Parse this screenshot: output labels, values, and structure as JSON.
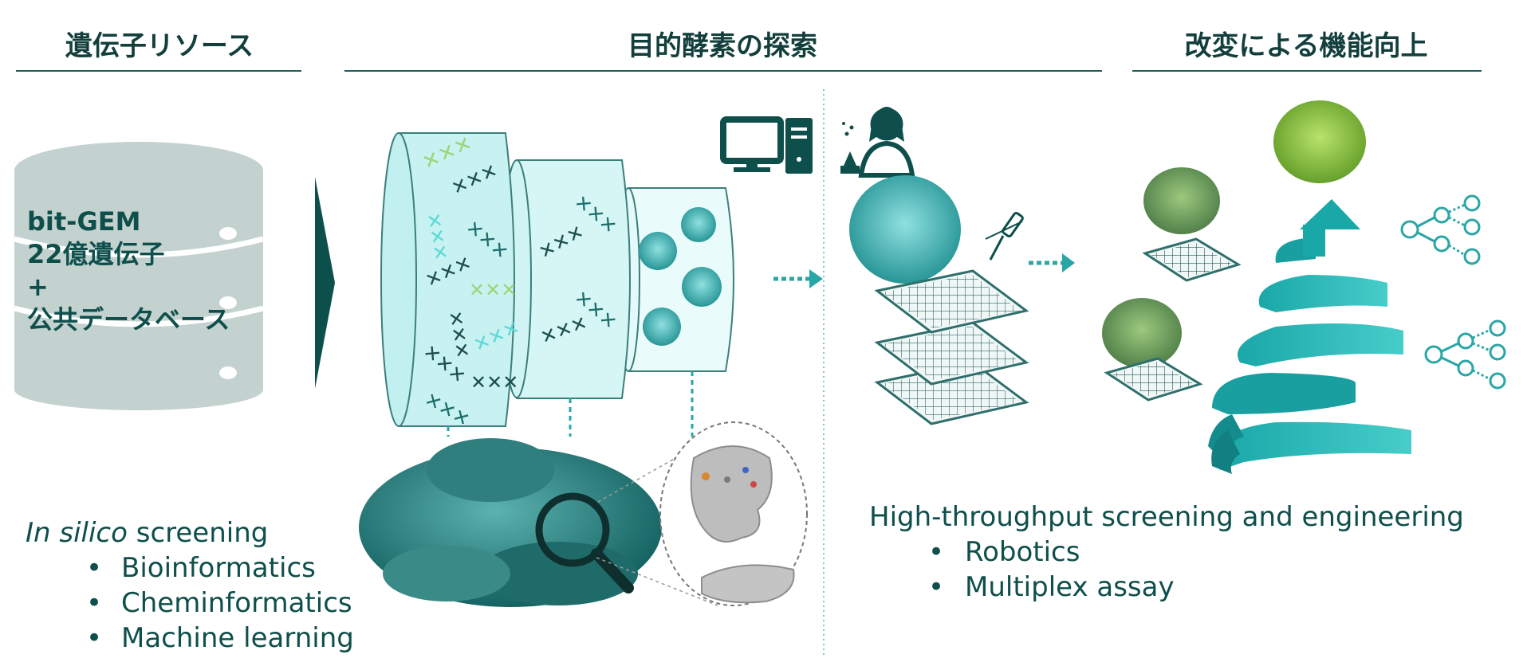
{
  "headers": {
    "gene_resources": "遺伝子リソース",
    "enzyme_search": "目的酵素の探索",
    "engineering": "改変による機能向上"
  },
  "database": {
    "line1": "bit-GEM",
    "line2": "22億遺伝子",
    "line3": "+",
    "line4": "公共データベース"
  },
  "in_silico": {
    "title_italic": "In silico",
    "title_rest": " screening",
    "items": [
      "Bioinformatics",
      "Cheminformatics",
      "Machine learning"
    ]
  },
  "high_throughput": {
    "title": "High-throughput screening and engineering",
    "items": [
      "Robotics",
      "Multiplex assay"
    ]
  },
  "icons": [
    "database-icon",
    "computer-icon",
    "scientist-icon",
    "dna-icon",
    "protein-icon",
    "magnifier-icon",
    "microplate-icon",
    "pipette-icon",
    "spiral-arrow-icon",
    "network-icon"
  ],
  "colors": {
    "dark_teal": "#0e4f4b",
    "teal": "#2aa6a6",
    "light_cyan": "#dff7f7",
    "db_gray": "#c3d1cf",
    "green": "#6fae2e"
  }
}
